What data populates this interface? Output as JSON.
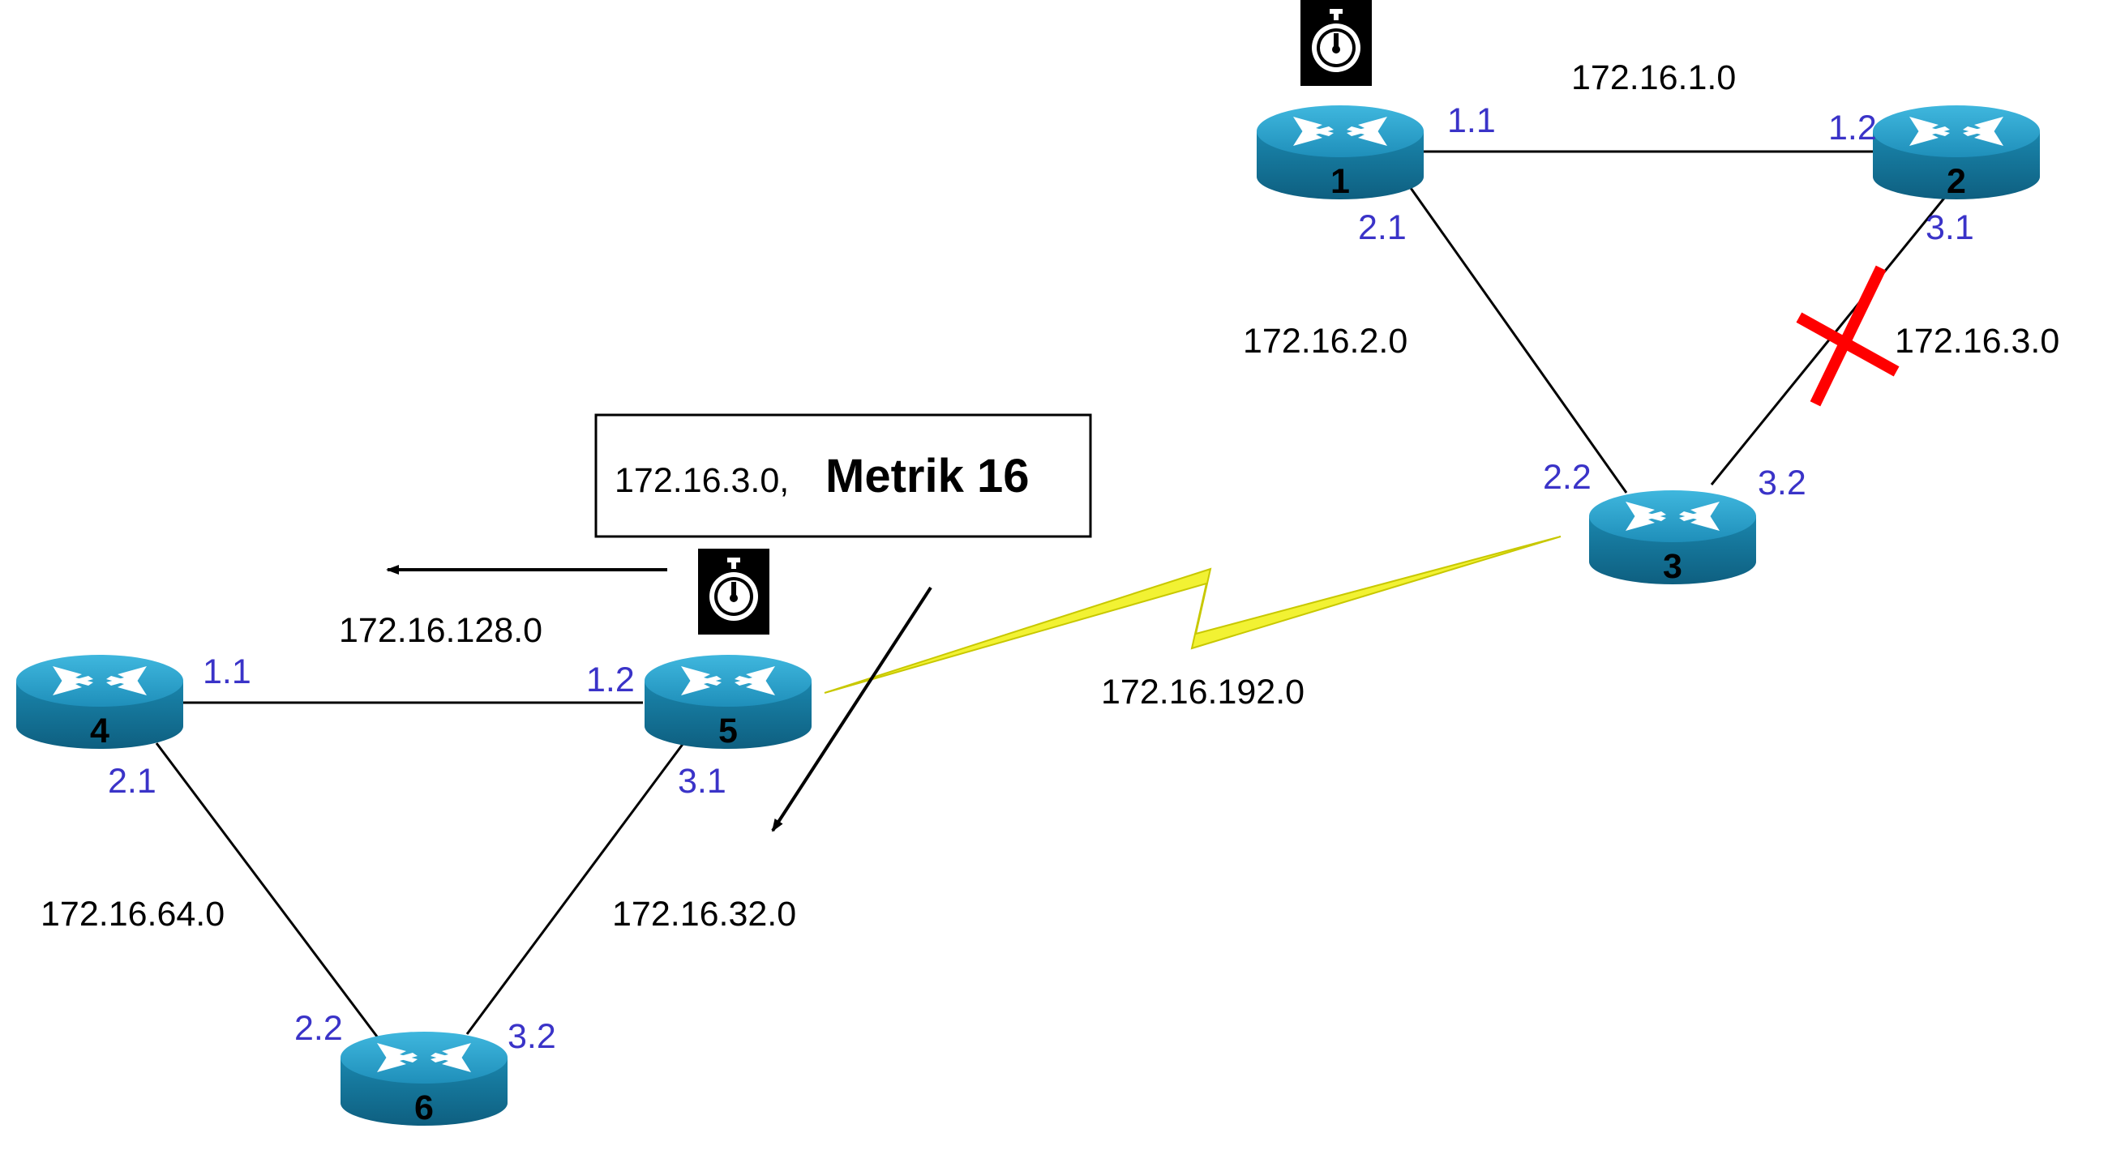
{
  "routers": [
    {
      "id": "1",
      "label": "1"
    },
    {
      "id": "2",
      "label": "2"
    },
    {
      "id": "3",
      "label": "3"
    },
    {
      "id": "4",
      "label": "4"
    },
    {
      "id": "5",
      "label": "5"
    },
    {
      "id": "6",
      "label": "6"
    }
  ],
  "networks": {
    "n_1_2": "172.16.1.0",
    "n_1_3": "172.16.2.0",
    "n_2_3": "172.16.3.0",
    "n_3_5": "172.16.192.0",
    "n_4_5": "172.16.128.0",
    "n_4_6": "172.16.64.0",
    "n_5_6": "172.16.32.0"
  },
  "interfaces": {
    "r1_if1": "1.1",
    "r1_if2": "2.1",
    "r2_if1": "1.2",
    "r2_if2": "3.1",
    "r3_if1": "2.2",
    "r3_if2": "3.2",
    "r4_if1": "1.1",
    "r4_if2": "2.1",
    "r5_if1": "1.2",
    "r5_if2": "3.1",
    "r6_if1": "2.2",
    "r6_if2": "3.2"
  },
  "message": {
    "network": "172.16.3.0,",
    "metric": "Metrik 16"
  },
  "colors": {
    "router_top": "#2aa3cc",
    "router_side": "#1b7fa6",
    "interface_text": "#3a33c8",
    "serial_link": "#f2f233",
    "failure_mark": "#ff0000"
  },
  "icons": {
    "router": "router-icon",
    "timer": "stopwatch-icon",
    "failure": "red-x-icon"
  }
}
